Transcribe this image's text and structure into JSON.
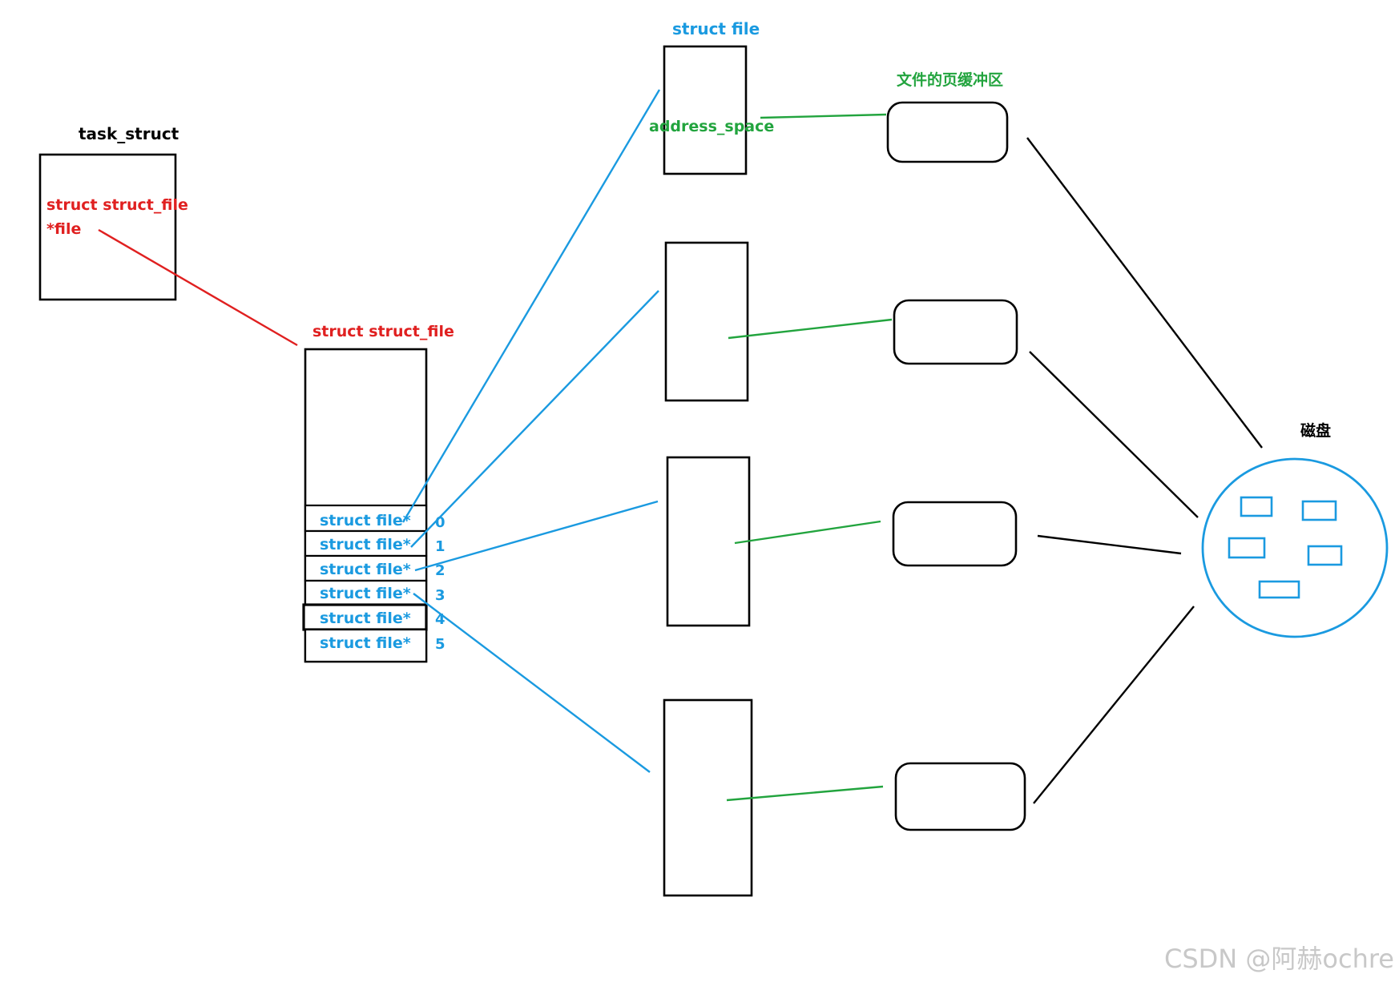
{
  "task_struct": {
    "title": "task_struct",
    "field_line1": "struct struct_file",
    "field_line2": "*file"
  },
  "fd_table": {
    "title": "struct struct_file",
    "slots": [
      {
        "label": "struct file*",
        "index": "0"
      },
      {
        "label": "struct file*",
        "index": "1"
      },
      {
        "label": "struct file*",
        "index": "2"
      },
      {
        "label": "struct file*",
        "index": "3"
      },
      {
        "label": "struct file*",
        "index": "4"
      },
      {
        "label": "struct file*",
        "index": "5"
      }
    ]
  },
  "struct_file": {
    "title": "struct file",
    "field": "address_space"
  },
  "page_cache": {
    "title": "文件的页缓冲区"
  },
  "disk": {
    "title": "磁盘"
  },
  "watermark": "CSDN @阿赫ochre",
  "colors": {
    "blue": "#1a9ae0",
    "green": "#22a43e",
    "red": "#e02020",
    "black": "#000000",
    "watermark": "#c8c8c8"
  }
}
